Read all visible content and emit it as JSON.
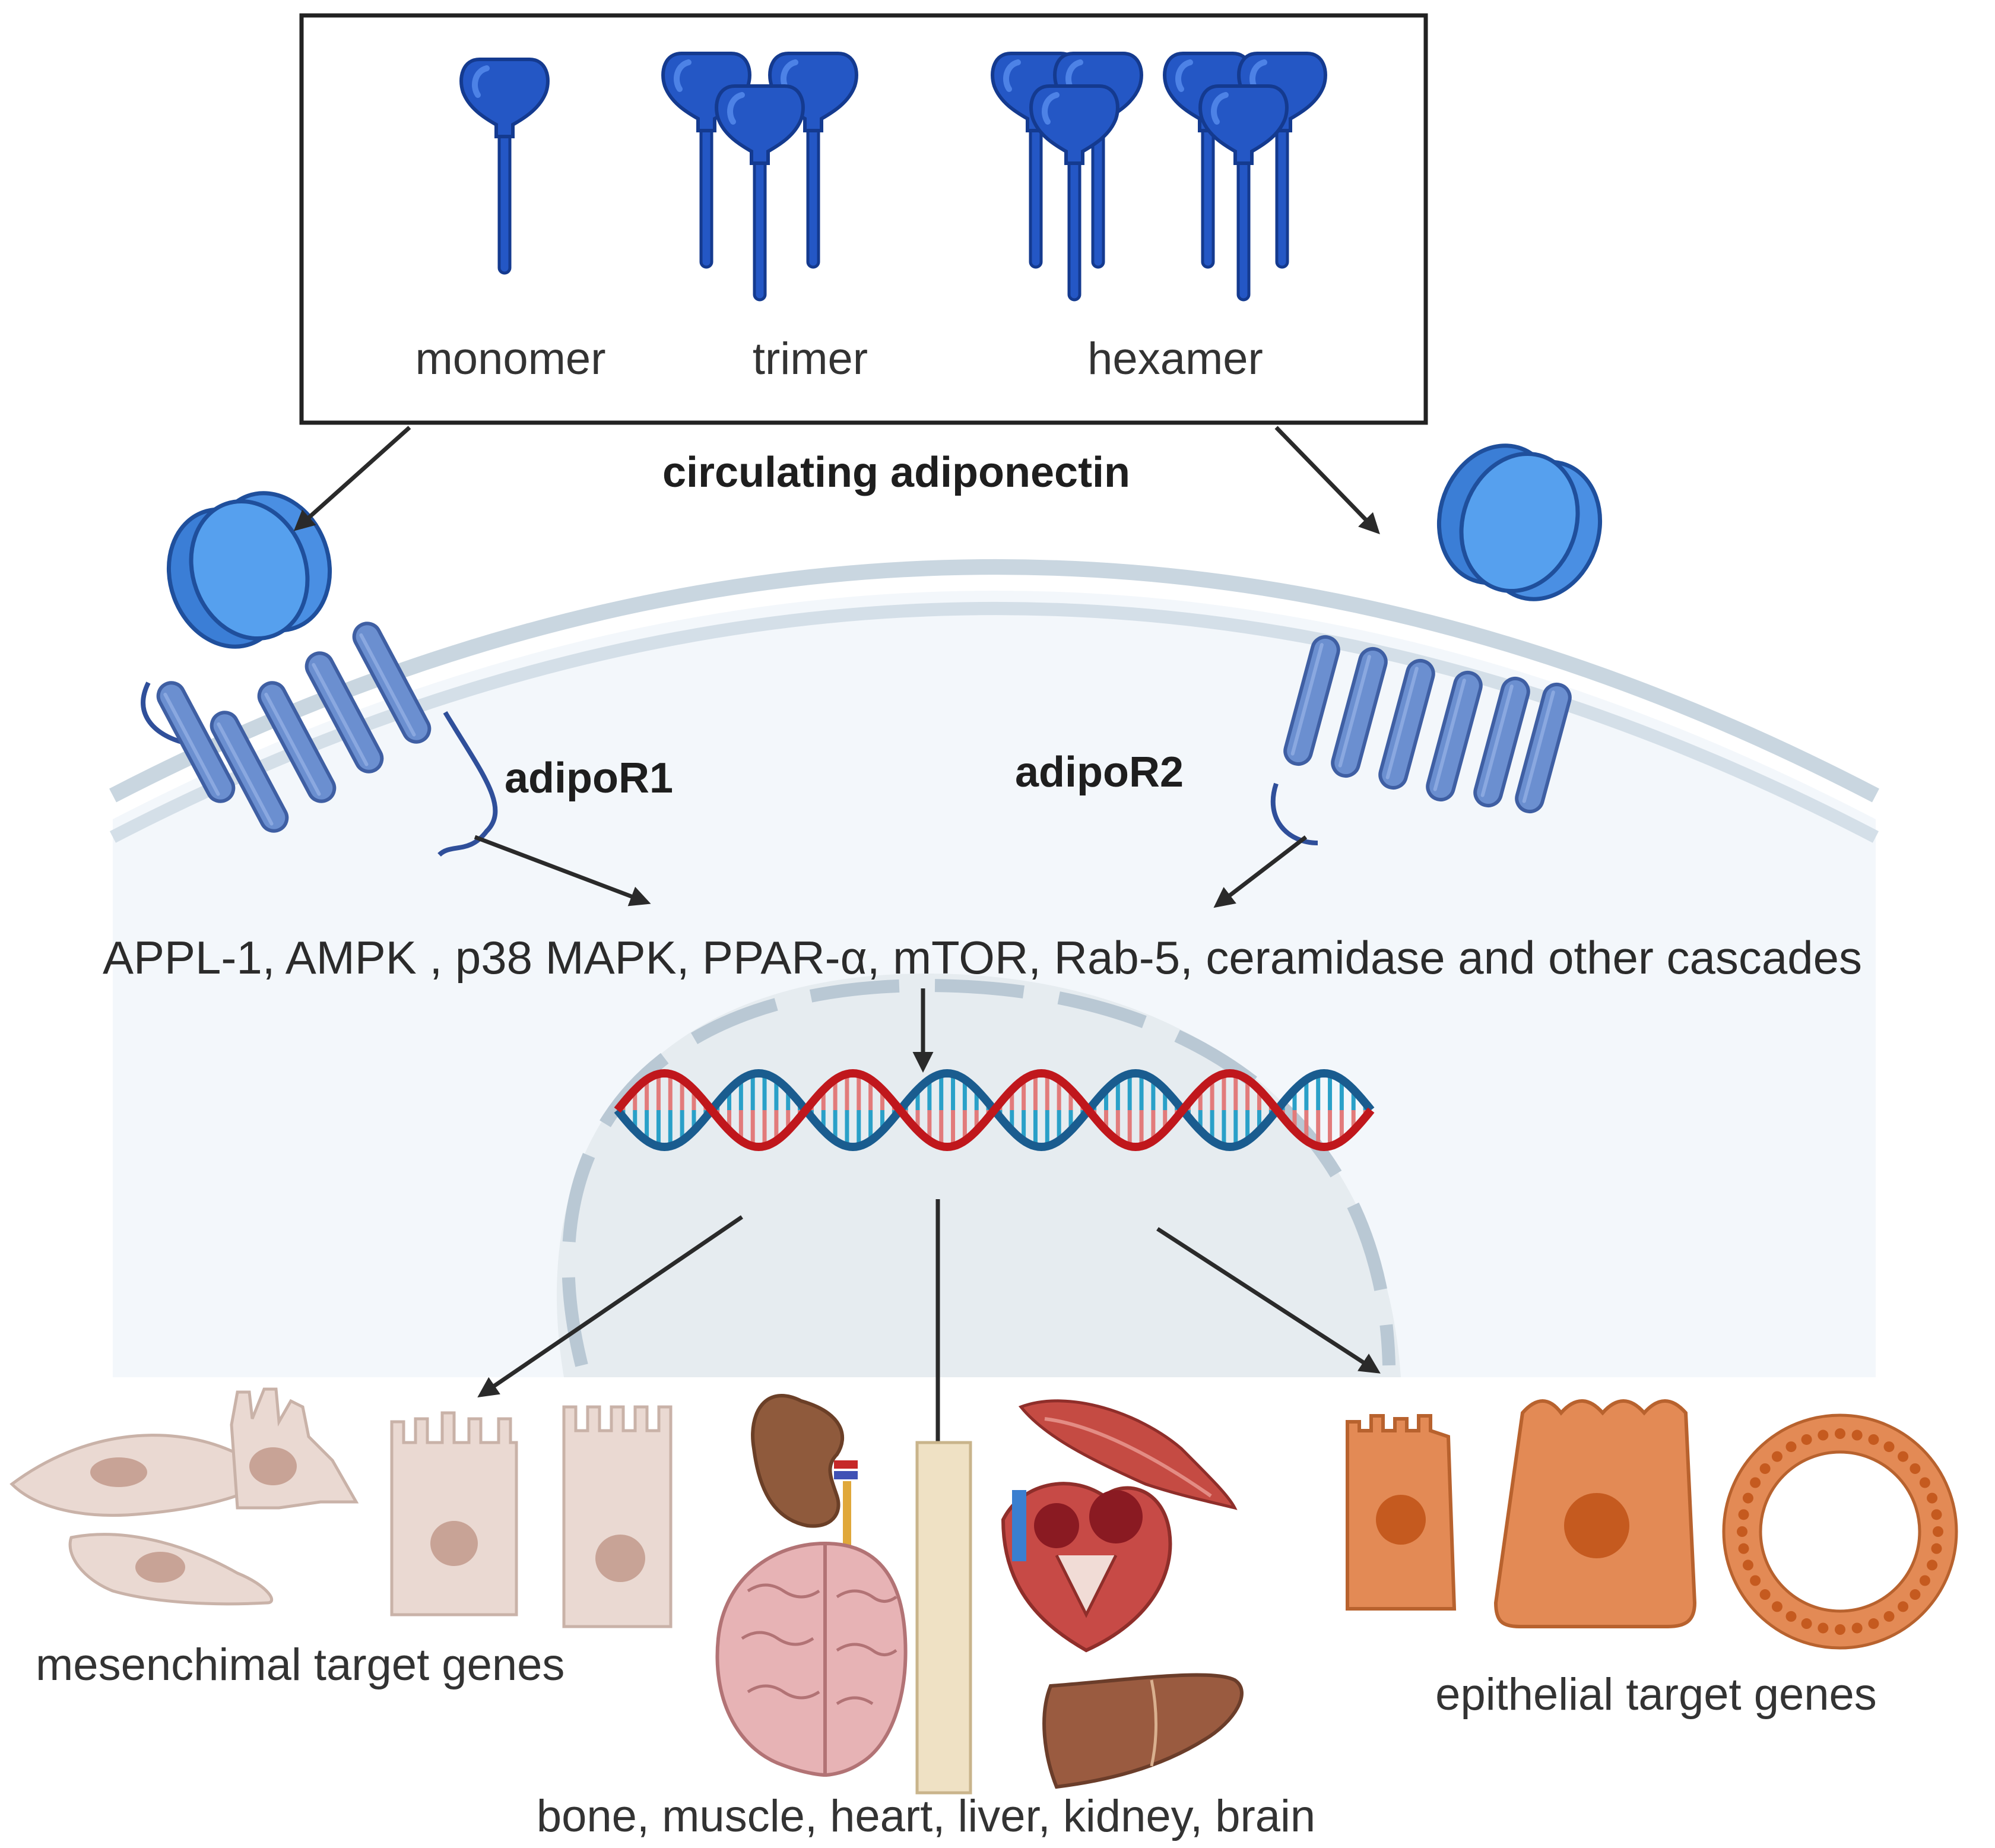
{
  "oligomers": {
    "monomer": "monomer",
    "trimer": "trimer",
    "hexamer": "hexamer"
  },
  "box_caption": "circulating adiponectin",
  "receptors": {
    "r1": "adipoR1",
    "r2": "adipoR2"
  },
  "cascade_text": "APPL-1, AMPK , p38 MAPK, PPAR-α, mTOR, Rab-5, ceramidase and other cascades",
  "targets": {
    "mesenchymal": "mesenchimal target genes",
    "organs": "bone, muscle, heart, liver, kidney, brain",
    "epithelial": "epithelial target genes"
  },
  "colors": {
    "adiponectin": "#2457c5",
    "receptor": "#5b7fc4",
    "cell_fill": "#f3f7fb",
    "membrane": "#c9d6e0",
    "nucleus": "#e6ecf0",
    "dna_red": "#c0171c",
    "dna_blue": "#1a5c8f",
    "mesenchymal_cell": "#e9d8d2",
    "epithelial_cell": "#e38a55"
  }
}
